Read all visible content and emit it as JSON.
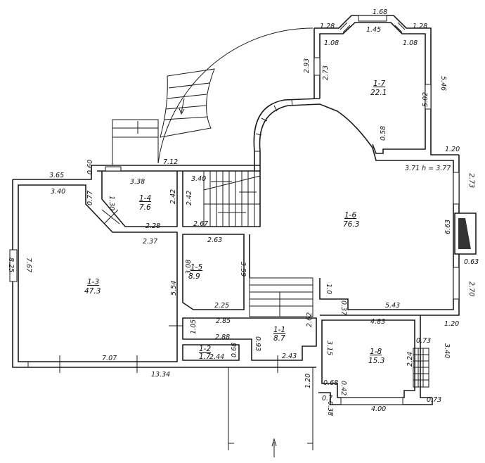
{
  "rooms": [
    {
      "id": "1-4",
      "area": "7.6"
    },
    {
      "id": "1-5",
      "area": "8.9"
    },
    {
      "id": "1-3",
      "area": "47.3"
    },
    {
      "id": "1-6",
      "area": "76.3"
    },
    {
      "id": "1-7",
      "area": "22.1"
    },
    {
      "id": "1-1",
      "area": "8.7"
    },
    {
      "id": "1-2",
      "area": "1.7"
    },
    {
      "id": "1-8",
      "area": "15.3"
    }
  ],
  "dimensions": [
    "3.65",
    "0.60",
    "3.40",
    "0.77",
    "1.30",
    "3.38",
    "2.42",
    "7.12",
    "3.40",
    "2.42",
    "2.67",
    "2.28",
    "2.37",
    "2.63",
    "3.08",
    "3.59",
    "5.54",
    "2.25",
    "7.67",
    "8.25",
    "7.07",
    "13.34",
    "1.05",
    "2.85",
    "2.88",
    "0.93",
    "2.62",
    "2.44",
    "0.68",
    "2.43",
    "1.20",
    "4.83",
    "1.20",
    "3.15",
    "0.73",
    "2.24",
    "3.40",
    "0.68",
    "0.42",
    "0.7",
    "0.38",
    "4.00",
    "0.73",
    "1.0",
    "0.37",
    "5.43",
    "2.73",
    "6.63",
    "0.63",
    "2.70",
    "3.71  h = 3.77",
    "1.20",
    "0.58",
    "5.02",
    "5.46",
    "1.08",
    "1.28",
    "1.68",
    "1.45",
    "1.08",
    "1.28",
    "2.93",
    "2.73"
  ]
}
